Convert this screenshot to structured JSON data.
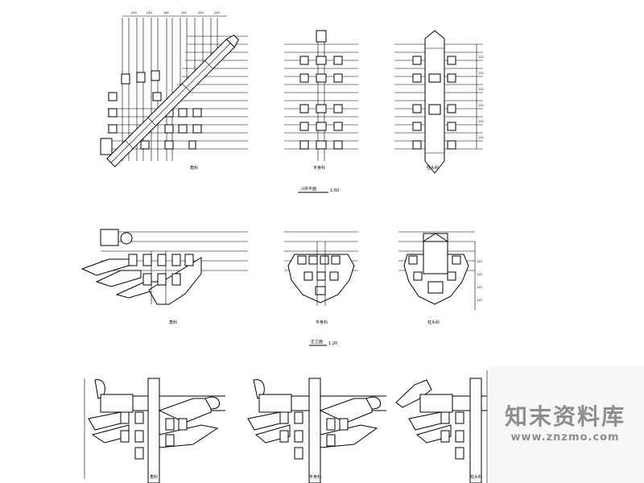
{
  "labels": {
    "top_left": "角科",
    "top_mid": "平身科",
    "top_right": "柱头科",
    "mid_left": "角科",
    "mid_mid": "平身科",
    "mid_right": "柱头科",
    "bot_left": "角科",
    "bot_mid": "平身科",
    "bot_right": "柱头科"
  },
  "titles": {
    "plan": "斗拱平面",
    "plan_scale": "1:60",
    "elev": "正立面",
    "elev_scale": "1:20"
  },
  "dimensions": {
    "top": [
      "200",
      "240",
      "180",
      "240",
      "200",
      "240"
    ],
    "right_top": [
      "120",
      "120",
      "120",
      "120",
      "120",
      "120"
    ],
    "right_mid": [
      "120",
      "120",
      "120",
      "120"
    ]
  },
  "watermark": {
    "title": "知末资料库",
    "url": "www.znzmo.com"
  }
}
